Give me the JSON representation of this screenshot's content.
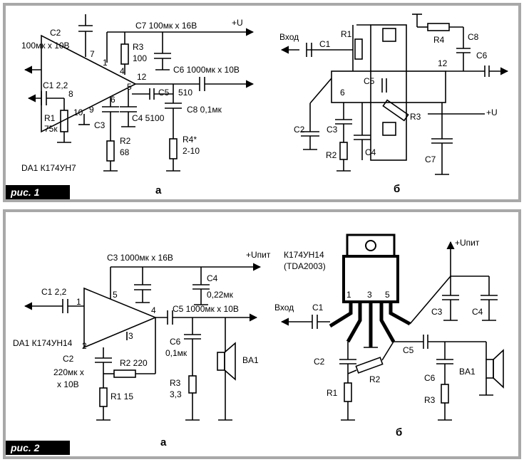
{
  "fig1": {
    "tag": "рис. 1",
    "part_a": "а",
    "part_b": "б",
    "chip": "DA1 К174УН7",
    "labels": {
      "c2": "C2",
      "c2v": "100мк x 10В",
      "c7": "C7 100мк x 16В",
      "plus_u": "+U",
      "r3": "R3",
      "r3v": "100",
      "c6": "C6 1000мк x 10В",
      "c1": "C1 2,2",
      "c5": "C5",
      "c5v": "510",
      "c8": "C8 0,1мк",
      "r1": "R1",
      "r1v": "75к",
      "c3": "C3",
      "c4": "C4 5100",
      "r2": "R2",
      "r2v": "68",
      "r4": "R4*",
      "r4v": "2-10",
      "p7": "7",
      "p1": "1",
      "p4": "4",
      "p12": "12",
      "p8": "8",
      "p5": "5",
      "p10": "10",
      "p9": "9",
      "p6": "6"
    },
    "board": {
      "vhod": "Вход",
      "c1": "C1",
      "r1": "R1",
      "r4": "R4",
      "c8": "C8",
      "c6": "C6",
      "c5": "C5",
      "r3": "R3",
      "plus_u": "+U",
      "c2": "C2",
      "c3": "C3",
      "c4": "C4",
      "r2": "R2",
      "c7": "C7",
      "p6": "6",
      "p12": "12"
    }
  },
  "fig2": {
    "tag": "рис. 2",
    "part_a": "а",
    "part_b": "б",
    "chip": "DA1 К174УН14",
    "labels": {
      "c3": "C3 1000мк x 16В",
      "plus_u": "+Uпит",
      "c4": "C4",
      "c4v": "0,22мк",
      "c1": "C1 2,2",
      "c5": "C5 1000мк x 10В",
      "c6": "C6",
      "c6v": "0,1мк",
      "c2": "C2",
      "c2v1": "220мк x",
      "c2v2": "x 10В",
      "r2": "R2 220",
      "r1": "R1 15",
      "r3": "R3",
      "r3v": "3,3",
      "ba1": "BA1",
      "p1": "1",
      "p5": "5",
      "p4": "4",
      "p3": "3",
      "p2": "2"
    },
    "ic": {
      "name1": "К174УН14",
      "name2": "(TDA2003)",
      "plus_u": "+Uпит",
      "vhod": "Вход",
      "c1": "C1",
      "c2": "C2",
      "c3": "C3",
      "c4": "C4",
      "c5": "C5",
      "c6": "C6",
      "r1": "R1",
      "r2": "R2",
      "r3": "R3",
      "ba1": "BA1",
      "pin1": "1",
      "pin3": "3",
      "pin5": "5"
    }
  }
}
